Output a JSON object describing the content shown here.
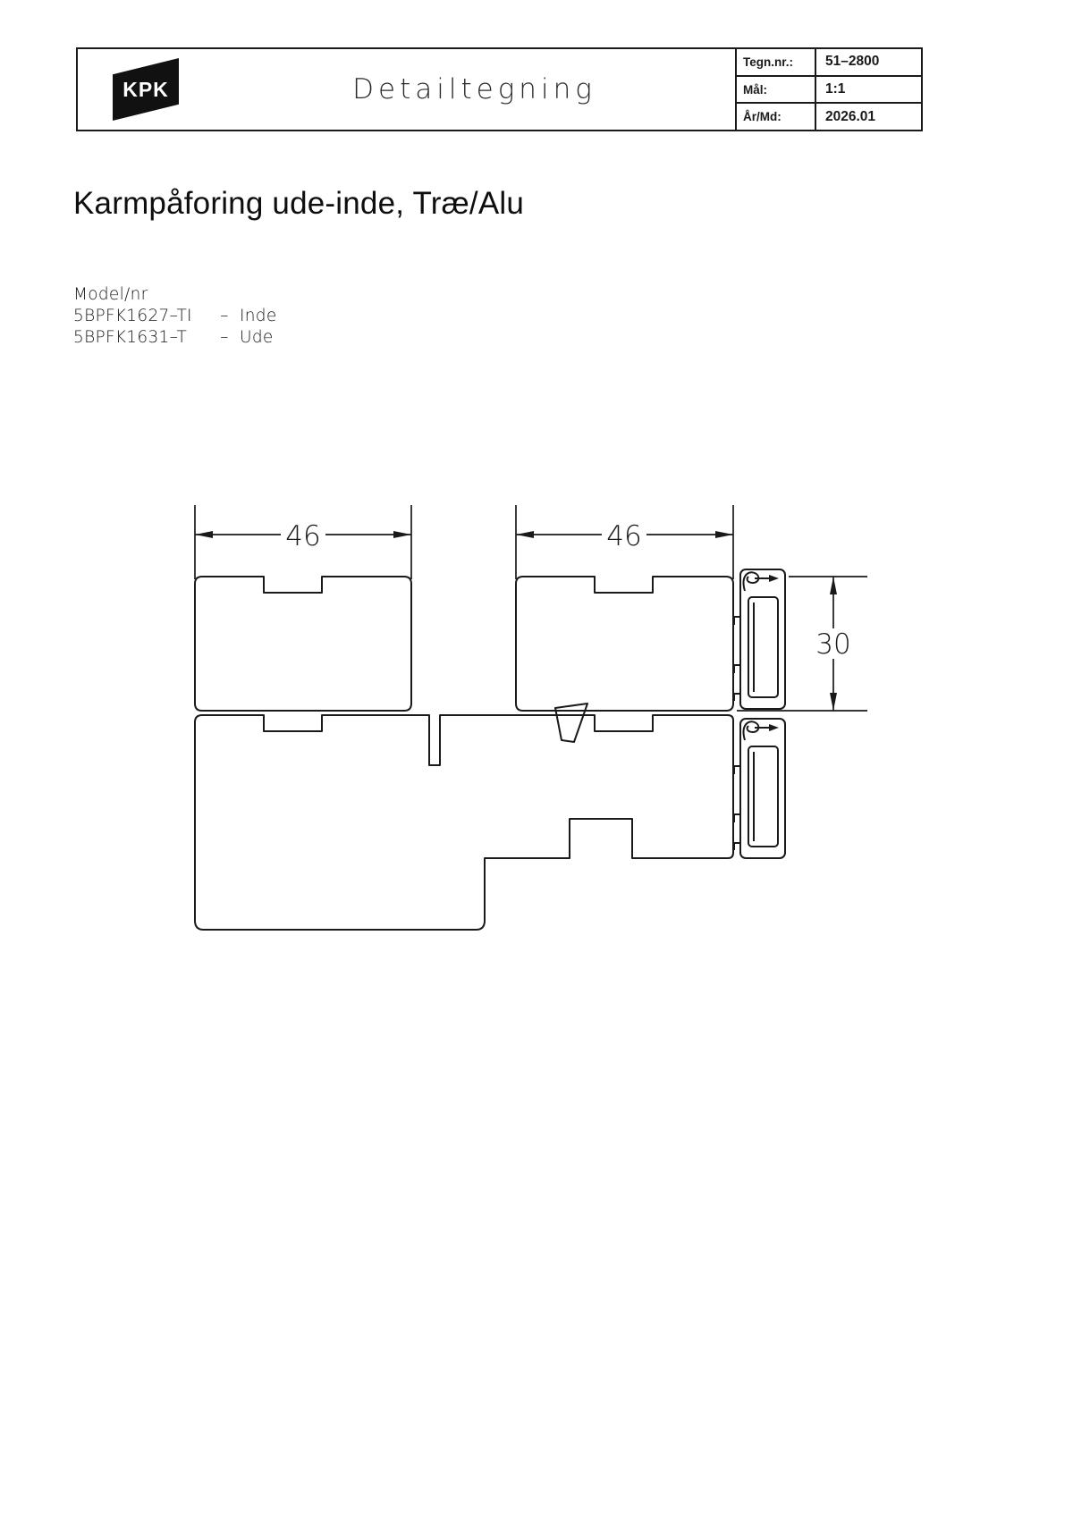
{
  "header": {
    "logo_text": "KPK",
    "title": "Detailtegning",
    "info_rows": [
      {
        "label": "Tegn.nr.:",
        "value": "51–2800"
      },
      {
        "label": "Mål:",
        "value": "1:1"
      },
      {
        "label": "År/Md:",
        "value": "2026.01"
      }
    ]
  },
  "document": {
    "title": "Karmpåforing ude-inde, Træ/Alu",
    "model_heading": "Model/nr",
    "separator": "–",
    "models": [
      {
        "code": "5BPFK1627–TI",
        "name": "Inde"
      },
      {
        "code": "5BPFK1631–T",
        "name": "Ude"
      }
    ]
  },
  "drawing": {
    "dimensions": {
      "left_width": "46",
      "right_width": "46",
      "height": "30"
    }
  }
}
